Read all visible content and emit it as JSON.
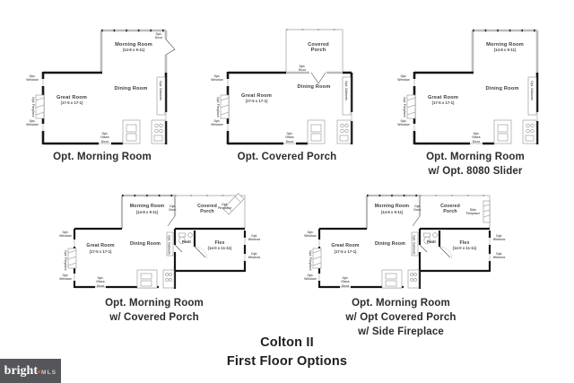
{
  "title": {
    "line1": "Colton II",
    "line2": "First Floor Options"
  },
  "logo": {
    "brand": "bright",
    "sub": "MLS",
    "bg": "#55565a",
    "accent": "#e8552f"
  },
  "labels": {
    "opt_window": "Opt. Window",
    "opt_fireplace": "Opt. Fireplace",
    "opt_door": "Opt. Door",
    "opt_cabinets": "Opt. Cabinets",
    "opt_glass_door": "Opt. Glass Door",
    "side_fireplace": "Side Fireplace",
    "pwdr": "Pwdr"
  },
  "rooms": {
    "morning_room": {
      "name": "Morning Room",
      "dims": "(14-8 x 9-11)"
    },
    "great_room": {
      "name": "Great Room",
      "dims": "(17-5 x 17-1)"
    },
    "dining_room": {
      "name": "Dining Room"
    },
    "flex": {
      "name": "Flex",
      "dims": "(14-0 x 11-11)"
    },
    "covered_porch": {
      "name": "Covered Porch"
    }
  },
  "plans": [
    {
      "id": "opt-morning-room",
      "caption_lines": [
        "Opt. Morning Room"
      ]
    },
    {
      "id": "opt-covered-porch",
      "caption_lines": [
        "Opt. Covered Porch"
      ]
    },
    {
      "id": "opt-morning-room-8080-slider",
      "caption_lines": [
        "Opt. Morning Room",
        "w/ Opt. 8080 Slider"
      ]
    },
    {
      "id": "opt-morning-room-covered-porch",
      "caption_lines": [
        "Opt. Morning Room",
        "w/ Covered Porch"
      ]
    },
    {
      "id": "opt-morning-room-covered-porch-side-fireplace",
      "caption_lines": [
        "Opt. Morning Room",
        "w/ Opt Covered Porch",
        "w/ Side Fireplace"
      ]
    }
  ]
}
